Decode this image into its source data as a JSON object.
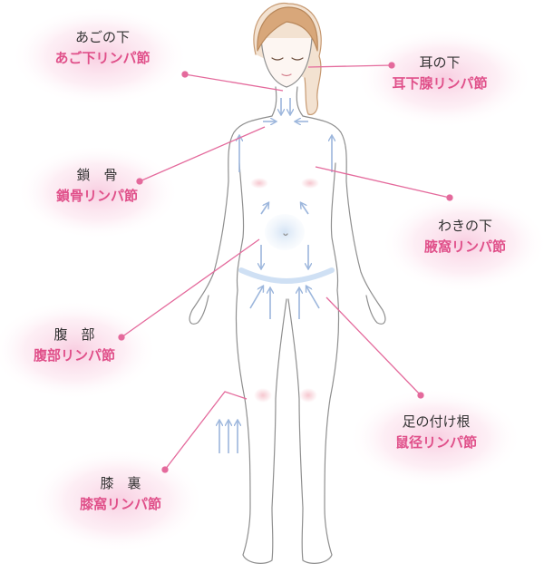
{
  "colors": {
    "accent": "#e0508a",
    "text": "#333333",
    "line": "#e46a9c",
    "arrow": "#9cb6dc",
    "glow": "#f7c6dc"
  },
  "labels": {
    "chin": {
      "name": "あごの下",
      "node": "あご下リンパ節"
    },
    "ear": {
      "name": "耳の下",
      "node": "耳下腺リンパ節"
    },
    "clavicle": {
      "name": "鎖　骨",
      "node": "鎖骨リンパ節"
    },
    "armpit": {
      "name": "わきの下",
      "node": "腋窩リンパ節"
    },
    "abdomen": {
      "name": "腹　部",
      "node": "腹部リンパ節"
    },
    "groin": {
      "name": "足の付け根",
      "node": "鼠径リンパ節"
    },
    "knee": {
      "name": "膝　裏",
      "node": "膝窩リンパ節"
    }
  }
}
